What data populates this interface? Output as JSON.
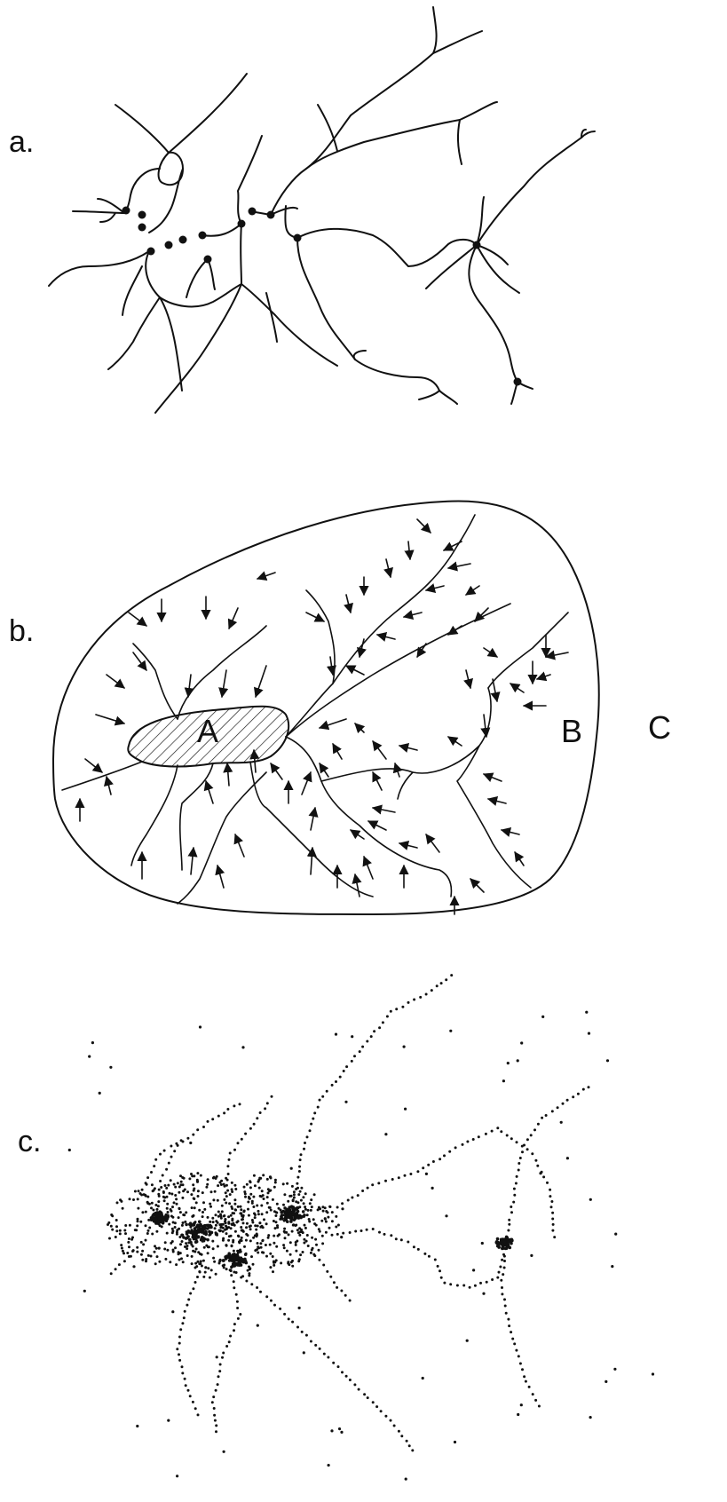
{
  "panels": {
    "a": {
      "label": "a."
    },
    "b": {
      "label": "b.",
      "regions": {
        "A": "A",
        "B": "B",
        "C": "C"
      }
    },
    "c": {
      "label": "c."
    }
  },
  "colors": {
    "ink": "#111111",
    "background": "#ffffff"
  }
}
